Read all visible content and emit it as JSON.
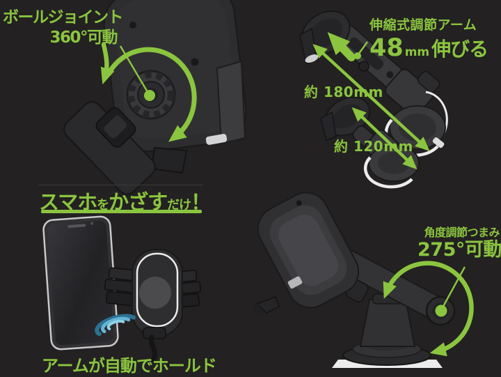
{
  "colors": {
    "background": "#232121",
    "accent_green": "#8bc53f",
    "wireless_blue": "#66b4d4",
    "base_white": "#ececec"
  },
  "panels": {
    "ball_joint": {
      "label_line1": "ボールジョイント",
      "label_line2": "360°可動"
    },
    "telescopic_arm": {
      "label": "伸縮式調節アーム",
      "extend_value": "48",
      "extend_unit": "mm",
      "extend_suffix": "伸びる",
      "length_extended": "約 180mm",
      "length_retracted": "約 120mm"
    },
    "hover_action": {
      "headline_big1": "スマホ",
      "headline_small1": "を",
      "headline_big2": "かざす",
      "headline_small2": "だけ",
      "headline_mark": "！",
      "caption": "アームが自動でホールド"
    },
    "angle_knob": {
      "label": "角度調節つまみ",
      "value": "275°可動"
    }
  }
}
